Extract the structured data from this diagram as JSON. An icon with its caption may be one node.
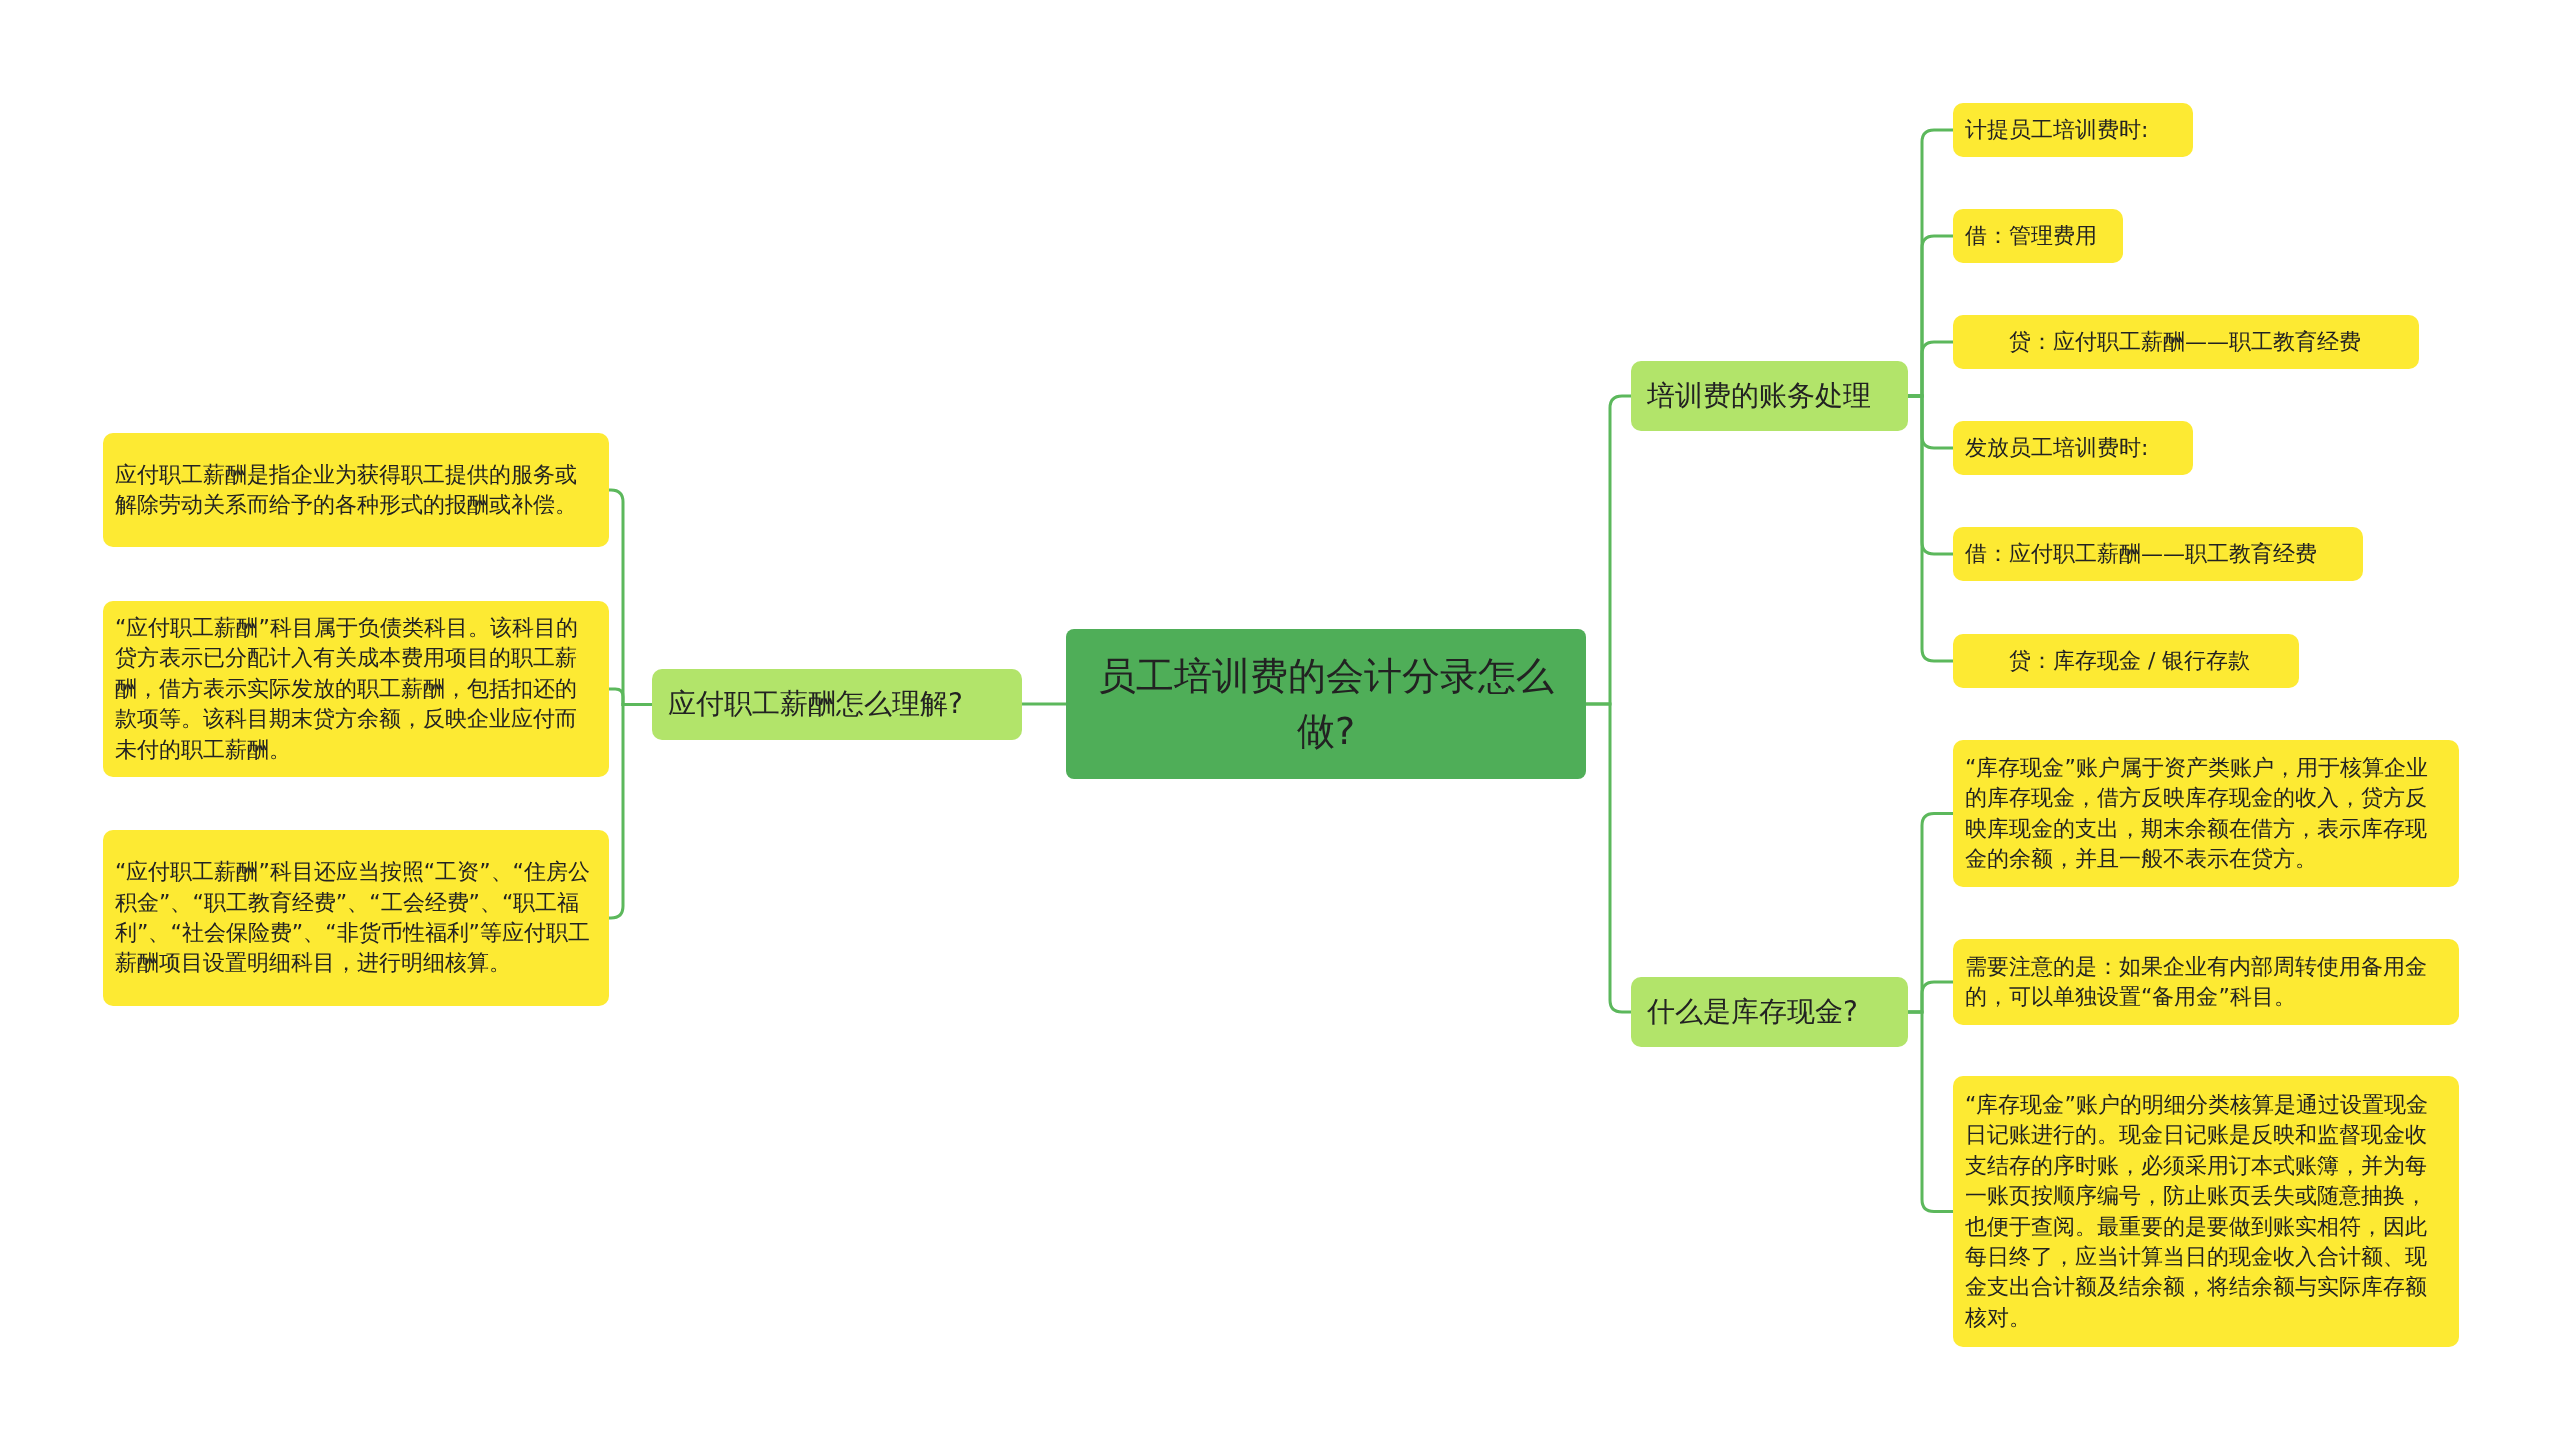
{
  "diagram": {
    "nodes": [
      {
        "text": [
          "员工培训费的会计分录怎么做?"
        ]
      },
      {
        "text": [
          "应付职工薪酬怎么理解?"
        ]
      },
      {
        "text": [
          "应付职工薪酬是指企业为获得职工提供的服务或解除劳动关系而给予的各种形式的报酬或补偿。"
        ]
      },
      {
        "text": [
          "“应付职工薪酬”科目属于负债类科目。该科目的贷方表示已分配计入有关成本费用项目的职工薪酬，借方表示实际发放的职工薪酬，包括扣还的款项等。该科目期末贷方余额，反映企业应付而未付的职工薪酬。"
        ]
      },
      {
        "text": [
          "“应付职工薪酬”科目还应当按照“工资”、“住房公积金”、“职工教育经费”、“工会经费”、“职工福利”、“社会保险费”、“非货币性福利”等应付职工薪酬项目设置明细科目，进行明细核算。"
        ]
      },
      {
        "text": [
          "培训费的账务处理"
        ]
      },
      {
        "text": [
          "计提员工培训费时:"
        ]
      },
      {
        "text": [
          "借：管理费用"
        ]
      },
      {
        "text": [
          "贷：应付职工薪酬——职工教育经费"
        ]
      },
      {
        "text": [
          "发放员工培训费时:"
        ]
      },
      {
        "text": [
          "借：应付职工薪酬——职工教育经费"
        ]
      },
      {
        "text": [
          "贷：库存现金 / 银行存款"
        ]
      },
      {
        "text": [
          "什么是库存现金?"
        ]
      },
      {
        "text": [
          "“库存现金”账户属于资产类账户，用于核算企业的库存现金，借方反映库存现金的收入，贷方反映库现金的支出，期末余额在借方，表示库存现金的余额，并且一般不表示在贷方。"
        ]
      },
      {
        "text": [
          "需要注意的是：如果企业有内部周转使用备用金的，可以单独设置“备用金”科目。"
        ]
      },
      {
        "text": [
          "“库存现金”账户的明细分类核算是通过设置现金日记账进行的。现金日记账是反映和监督现金收支结存的序时账，必须采用订本式账簿，并为每一账页按顺序编号，防止账页丢失或随意抽换，也便于查阅。最重要的是要做到账实相符，因此每日终了，应当计算当日的现金收入合计额、现金支出合计额及结余额，将结余额与实际库存额核对。"
        ]
      }
    ],
    "edges": [
      {
        "from": 0,
        "to": 1,
        "arrow": "none"
      },
      {
        "from": 1,
        "to": 2,
        "arrow": "none"
      },
      {
        "from": 1,
        "to": 3,
        "arrow": "none"
      },
      {
        "from": 1,
        "to": 4,
        "arrow": "none"
      },
      {
        "from": 0,
        "to": 5,
        "arrow": "none"
      },
      {
        "from": 5,
        "to": 6,
        "arrow": "none"
      },
      {
        "from": 5,
        "to": 7,
        "arrow": "none"
      },
      {
        "from": 5,
        "to": 8,
        "arrow": "none"
      },
      {
        "from": 5,
        "to": 9,
        "arrow": "none"
      },
      {
        "from": 5,
        "to": 10,
        "arrow": "none"
      },
      {
        "from": 5,
        "to": 11,
        "arrow": "none"
      },
      {
        "from": 0,
        "to": 12,
        "arrow": "none"
      },
      {
        "from": 12,
        "to": 13,
        "arrow": "none"
      },
      {
        "from": 12,
        "to": 14,
        "arrow": "none"
      },
      {
        "from": 12,
        "to": 15,
        "arrow": "none"
      }
    ]
  }
}
